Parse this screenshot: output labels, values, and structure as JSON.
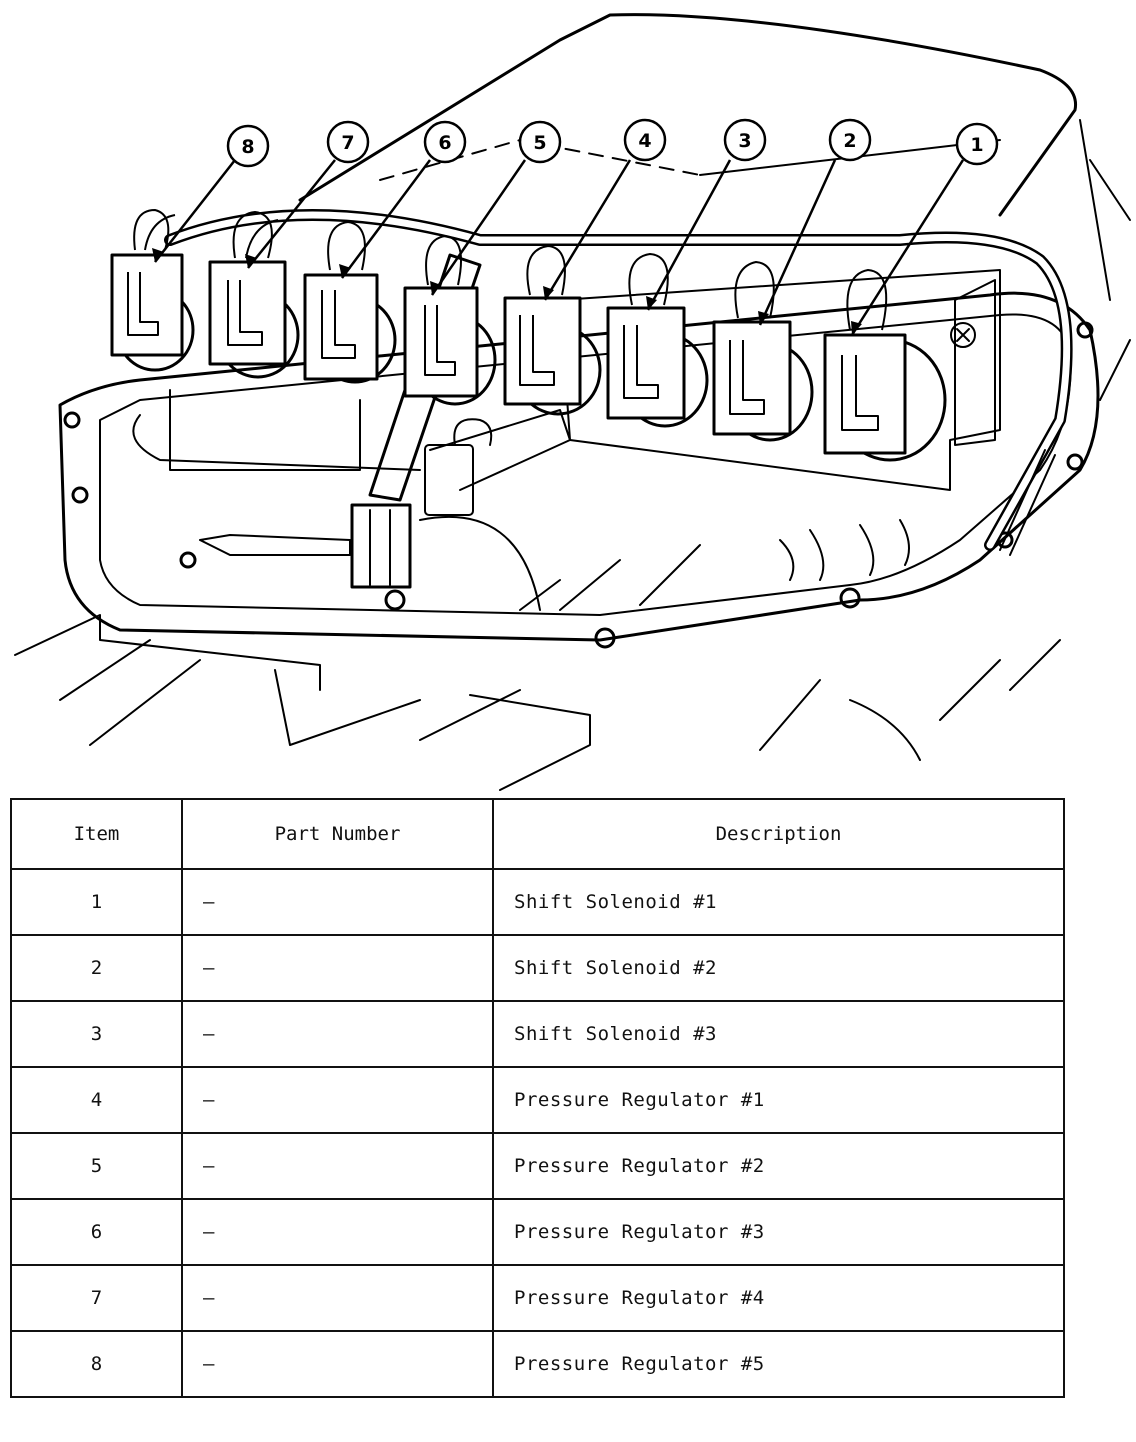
{
  "callouts": [
    "8",
    "7",
    "6",
    "5",
    "4",
    "3",
    "2",
    "1"
  ],
  "table": {
    "headers": {
      "item": "Item",
      "part_number": "Part Number",
      "description": "Description"
    },
    "rows": [
      {
        "item": "1",
        "part_number": "—",
        "description": "Shift Solenoid #1"
      },
      {
        "item": "2",
        "part_number": "—",
        "description": "Shift Solenoid #2"
      },
      {
        "item": "3",
        "part_number": "—",
        "description": "Shift Solenoid #3"
      },
      {
        "item": "4",
        "part_number": "—",
        "description": "Pressure Regulator #1"
      },
      {
        "item": "5",
        "part_number": "—",
        "description": "Pressure Regulator #2"
      },
      {
        "item": "6",
        "part_number": "—",
        "description": "Pressure Regulator #3"
      },
      {
        "item": "7",
        "part_number": "—",
        "description": "Pressure Regulator #4"
      },
      {
        "item": "8",
        "part_number": "—",
        "description": "Pressure Regulator #5"
      }
    ]
  }
}
